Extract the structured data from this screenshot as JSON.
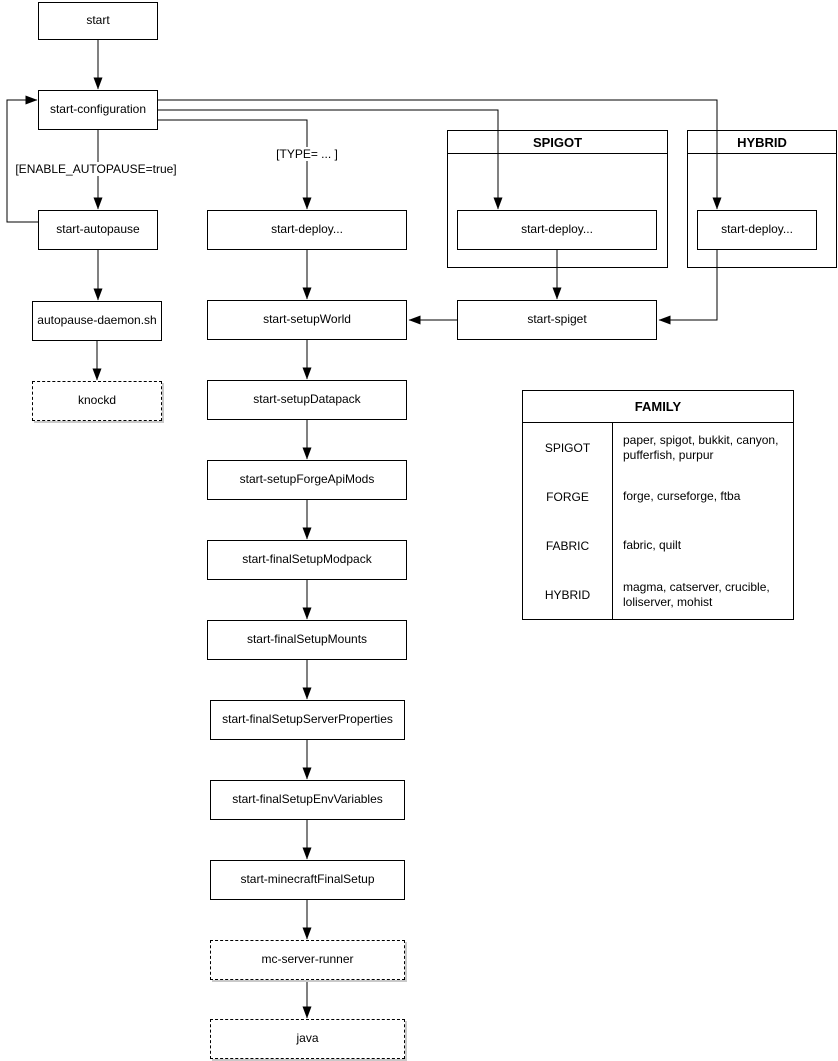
{
  "diagram": {
    "nodes": {
      "start": "start",
      "start_configuration": "start-configuration",
      "start_autopause": "start-autopause",
      "autopause_daemon": "autopause-daemon.sh",
      "knockd": "knockd",
      "start_deploy_main": "start-deploy...",
      "start_setup_world": "start-setupWorld",
      "start_setup_datapack": "start-setupDatapack",
      "start_setup_forge_api_mods": "start-setupForgeApiMods",
      "start_final_setup_modpack": "start-finalSetupModpack",
      "start_final_setup_mounts": "start-finalSetupMounts",
      "start_final_setup_server_properties": "start-finalSetupServerProperties",
      "start_final_setup_env_variables": "start-finalSetupEnvVariables",
      "start_minecraft_final_setup": "start-minecraftFinalSetup",
      "mc_server_runner": "mc-server-runner",
      "java": "java",
      "start_deploy_spigot": "start-deploy...",
      "start_deploy_hybrid": "start-deploy...",
      "start_spiget": "start-spiget"
    },
    "groups": {
      "spigot": "SPIGOT",
      "hybrid": "HYBRID"
    },
    "edge_labels": {
      "enable_autopause": "[ENABLE_AUTOPAUSE=true]",
      "type_condition": "[TYPE= ... ]"
    },
    "family_table": {
      "title": "FAMILY",
      "rows": [
        {
          "family": "SPIGOT",
          "members": "paper, spigot, bukkit, canyon, pufferfish, purpur"
        },
        {
          "family": "FORGE",
          "members": "forge, curseforge, ftba"
        },
        {
          "family": "FABRIC",
          "members": "fabric, quilt"
        },
        {
          "family": "HYBRID",
          "members": "magma, catserver, crucible, loliserver, mohist"
        }
      ]
    },
    "colors": {
      "stroke": "#000000",
      "node_fill": "#ffffff",
      "background": "#ffffff"
    }
  }
}
